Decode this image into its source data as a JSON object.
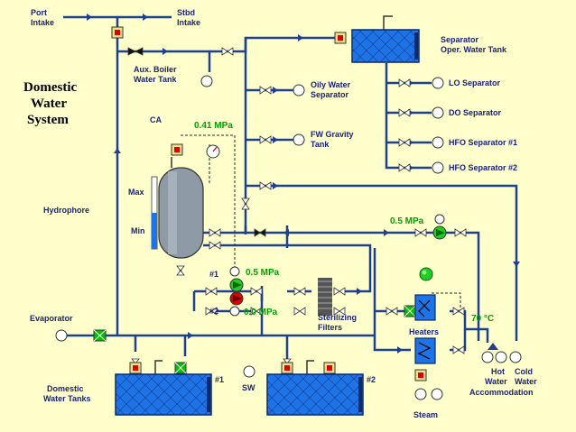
{
  "title": {
    "line1": "Domestic",
    "line2": "Water",
    "line3": "System"
  },
  "labels": {
    "port_intake": {
      "l1": "Port",
      "l2": "Intake"
    },
    "stbd_intake": {
      "l1": "Stbd",
      "l2": "Intake"
    },
    "aux_boiler": {
      "l1": "Aux. Boiler",
      "l2": "Water Tank"
    },
    "separator_tank": {
      "l1": "Separator",
      "l2": "Oper. Water Tank"
    },
    "oily_sep": {
      "l1": "Oily Water",
      "l2": "Separator"
    },
    "fw_gravity": {
      "l1": "FW Gravity",
      "l2": "Tank"
    },
    "lo_sep": "LO Separator",
    "do_sep": "DO Separator",
    "hfo1": "HFO Separator #1",
    "hfo2": "HFO Separator #2",
    "ca": "CA",
    "max": "Max",
    "min": "Min",
    "hydrophore": "Hydrophore",
    "pump1": "#1",
    "pump2": "#2",
    "sterilizing": {
      "l1": "Sterilizing",
      "l2": "Filters"
    },
    "evaporator": "Evaporator",
    "heaters": "Heaters",
    "steam": "Steam",
    "dom_tanks": {
      "l1": "Domestic",
      "l2": "Water Tanks"
    },
    "tank1": "#1",
    "tank2": "#2",
    "sw": "SW",
    "hot_water": {
      "l1": "Hot",
      "l2": "Water"
    },
    "cold_water": {
      "l1": "Cold",
      "l2": "Water"
    },
    "accommodation": "Accommodation"
  },
  "readings": {
    "hydrophore_pressure": "0.41 MPa",
    "pump1_pressure": "0.5 MPa",
    "pump2_pressure": "0.0 MPa",
    "hot_pump_pressure": "0.5 MPa",
    "heater_temp": "70 °C"
  },
  "colors": {
    "background": "#ffffcc",
    "pipe": "#1f3f8f",
    "tank": "#1e73e6",
    "valve_active": "#00c000",
    "valve_alarm": "#e00000"
  }
}
